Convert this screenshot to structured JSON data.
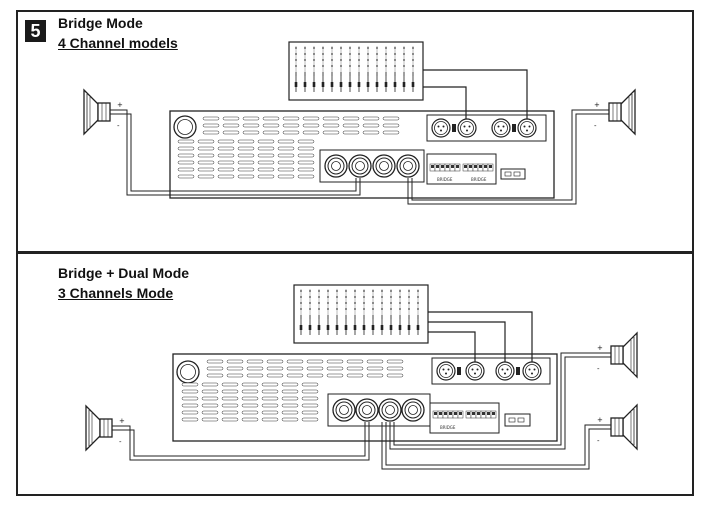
{
  "step": {
    "number": "5"
  },
  "section1": {
    "title": "Bridge Mode",
    "subtitle": "4 Channel models"
  },
  "section2": {
    "title": "Bridge + Dual Mode",
    "subtitle": "3 Channels Mode"
  },
  "labels": {
    "plus": "+",
    "minus": "-",
    "bridge_tag": "BRIDGE",
    "bridge_tag2": "BRIDGE"
  }
}
